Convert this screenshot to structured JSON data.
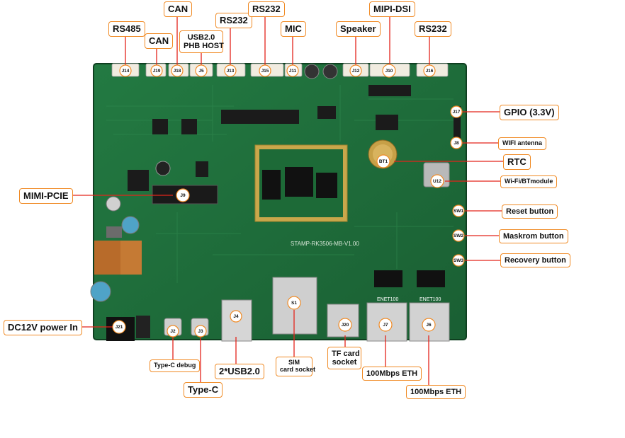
{
  "board": {
    "silkscreen": "STAMP-RK3506-MB-V1.00",
    "eth_chip": "ENET100",
    "jacks": [
      "J7",
      "J6"
    ]
  },
  "components": {
    "J14": "J14",
    "J19": "J19",
    "J18": "J18",
    "J5": "J5",
    "J13": "J13",
    "J15": "J15",
    "J11": "J11",
    "J12": "J12",
    "J10": "J10",
    "J16": "J16",
    "J17": "J17",
    "J8": "J8",
    "BT1": "BT1",
    "U12": "U12",
    "J9": "J9",
    "SW1": "SW1",
    "SW2": "SW2",
    "SW3": "SW3",
    "J21": "J21",
    "J2": "J2",
    "J3": "J3",
    "J4": "J4",
    "S1": "S1",
    "J20": "J20",
    "J7": "J7",
    "J6": "J6"
  },
  "labels": {
    "rs485": "RS485",
    "can_j19": "CAN",
    "can_j18": "CAN",
    "usb_host_1": "USB2.0",
    "usb_host_2": "PHB HOST",
    "rs232_j13": "RS232",
    "rs232_j15": "RS232",
    "mic": "MIC",
    "speaker": "Speaker",
    "mipi_dsi": "MIPI-DSI",
    "rs232_j16": "RS232",
    "gpio": "GPIO (3.3V)",
    "wifi_antenna": "WIFI antenna",
    "rtc": "RTC",
    "wifi_bt": "Wi-Fi/BTmodule",
    "reset": "Reset button",
    "maskrom": "Maskrom button",
    "recovery": "Recovery button",
    "mini_pcie": "MIMI-PCIE",
    "dc_power": "DC12V power In",
    "typec_debug": "Type-C debug",
    "typec": "Type-C",
    "usb2": "2*USB2.0",
    "sim_1": "SIM",
    "sim_2": "card socket",
    "tf_1": "TF card",
    "tf_2": "socket",
    "eth_j7": "100Mbps ETH",
    "eth_j6": "100Mbps ETH"
  },
  "colors": {
    "pcb": "#1f6b3a",
    "pcb_dark": "#134d28",
    "callout": "#f08a24",
    "leader": "#e3241b"
  }
}
